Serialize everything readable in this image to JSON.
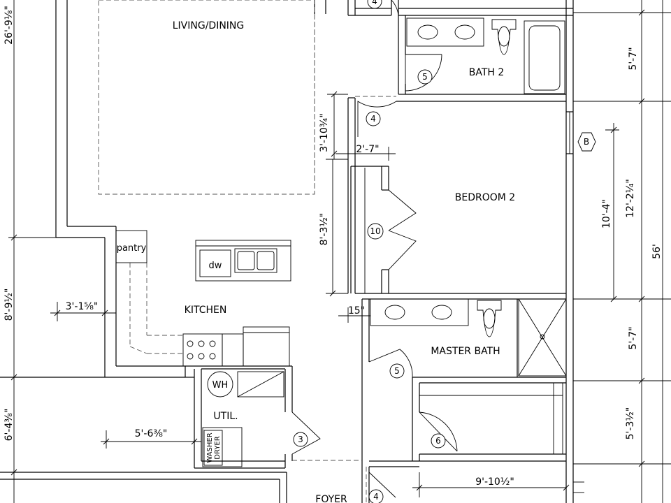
{
  "rooms": {
    "living_dining": "LIVING/DINING",
    "bath2": "BATH  2",
    "bedroom2": "BEDROOM  2",
    "kitchen": "KITCHEN",
    "master_bath": "MASTER  BATH",
    "util": "UTIL.",
    "foyer": "FOYER",
    "pantry": "pantry"
  },
  "fixtures": {
    "dishwasher": "dw",
    "water_heater": "WH",
    "washer": "WASHER",
    "dryer": "DRYER"
  },
  "door_tags": [
    "4",
    "5",
    "4",
    "10",
    "5",
    "6",
    "3",
    "4"
  ],
  "window_tag": "B",
  "dimensions": {
    "left_top": "26'-9¹⁄₈\"",
    "left_mid": "8'-9¹⁄₂\"",
    "left_low": "6'-4³⁄₈\"",
    "pantry_width": "3'-1⁵⁄₈\"",
    "util_width": "5'-6³⁄₈\"",
    "closet_height": "3'-10³⁄₄\"",
    "closet_width": "2'-7\"",
    "bed_closet": "8'-3¹⁄₂\"",
    "wall_15": "15\"",
    "right_bath2": "5'-7\"",
    "right_bed_inner": "10'-4\"",
    "right_bed_outer": "12'-2¹⁄₄\"",
    "overall": "56'",
    "right_mbath": "5'-7\"",
    "right_closet": "5'-3¹⁄₂\"",
    "bottom_closet": "9'-10¹⁄₂\""
  }
}
